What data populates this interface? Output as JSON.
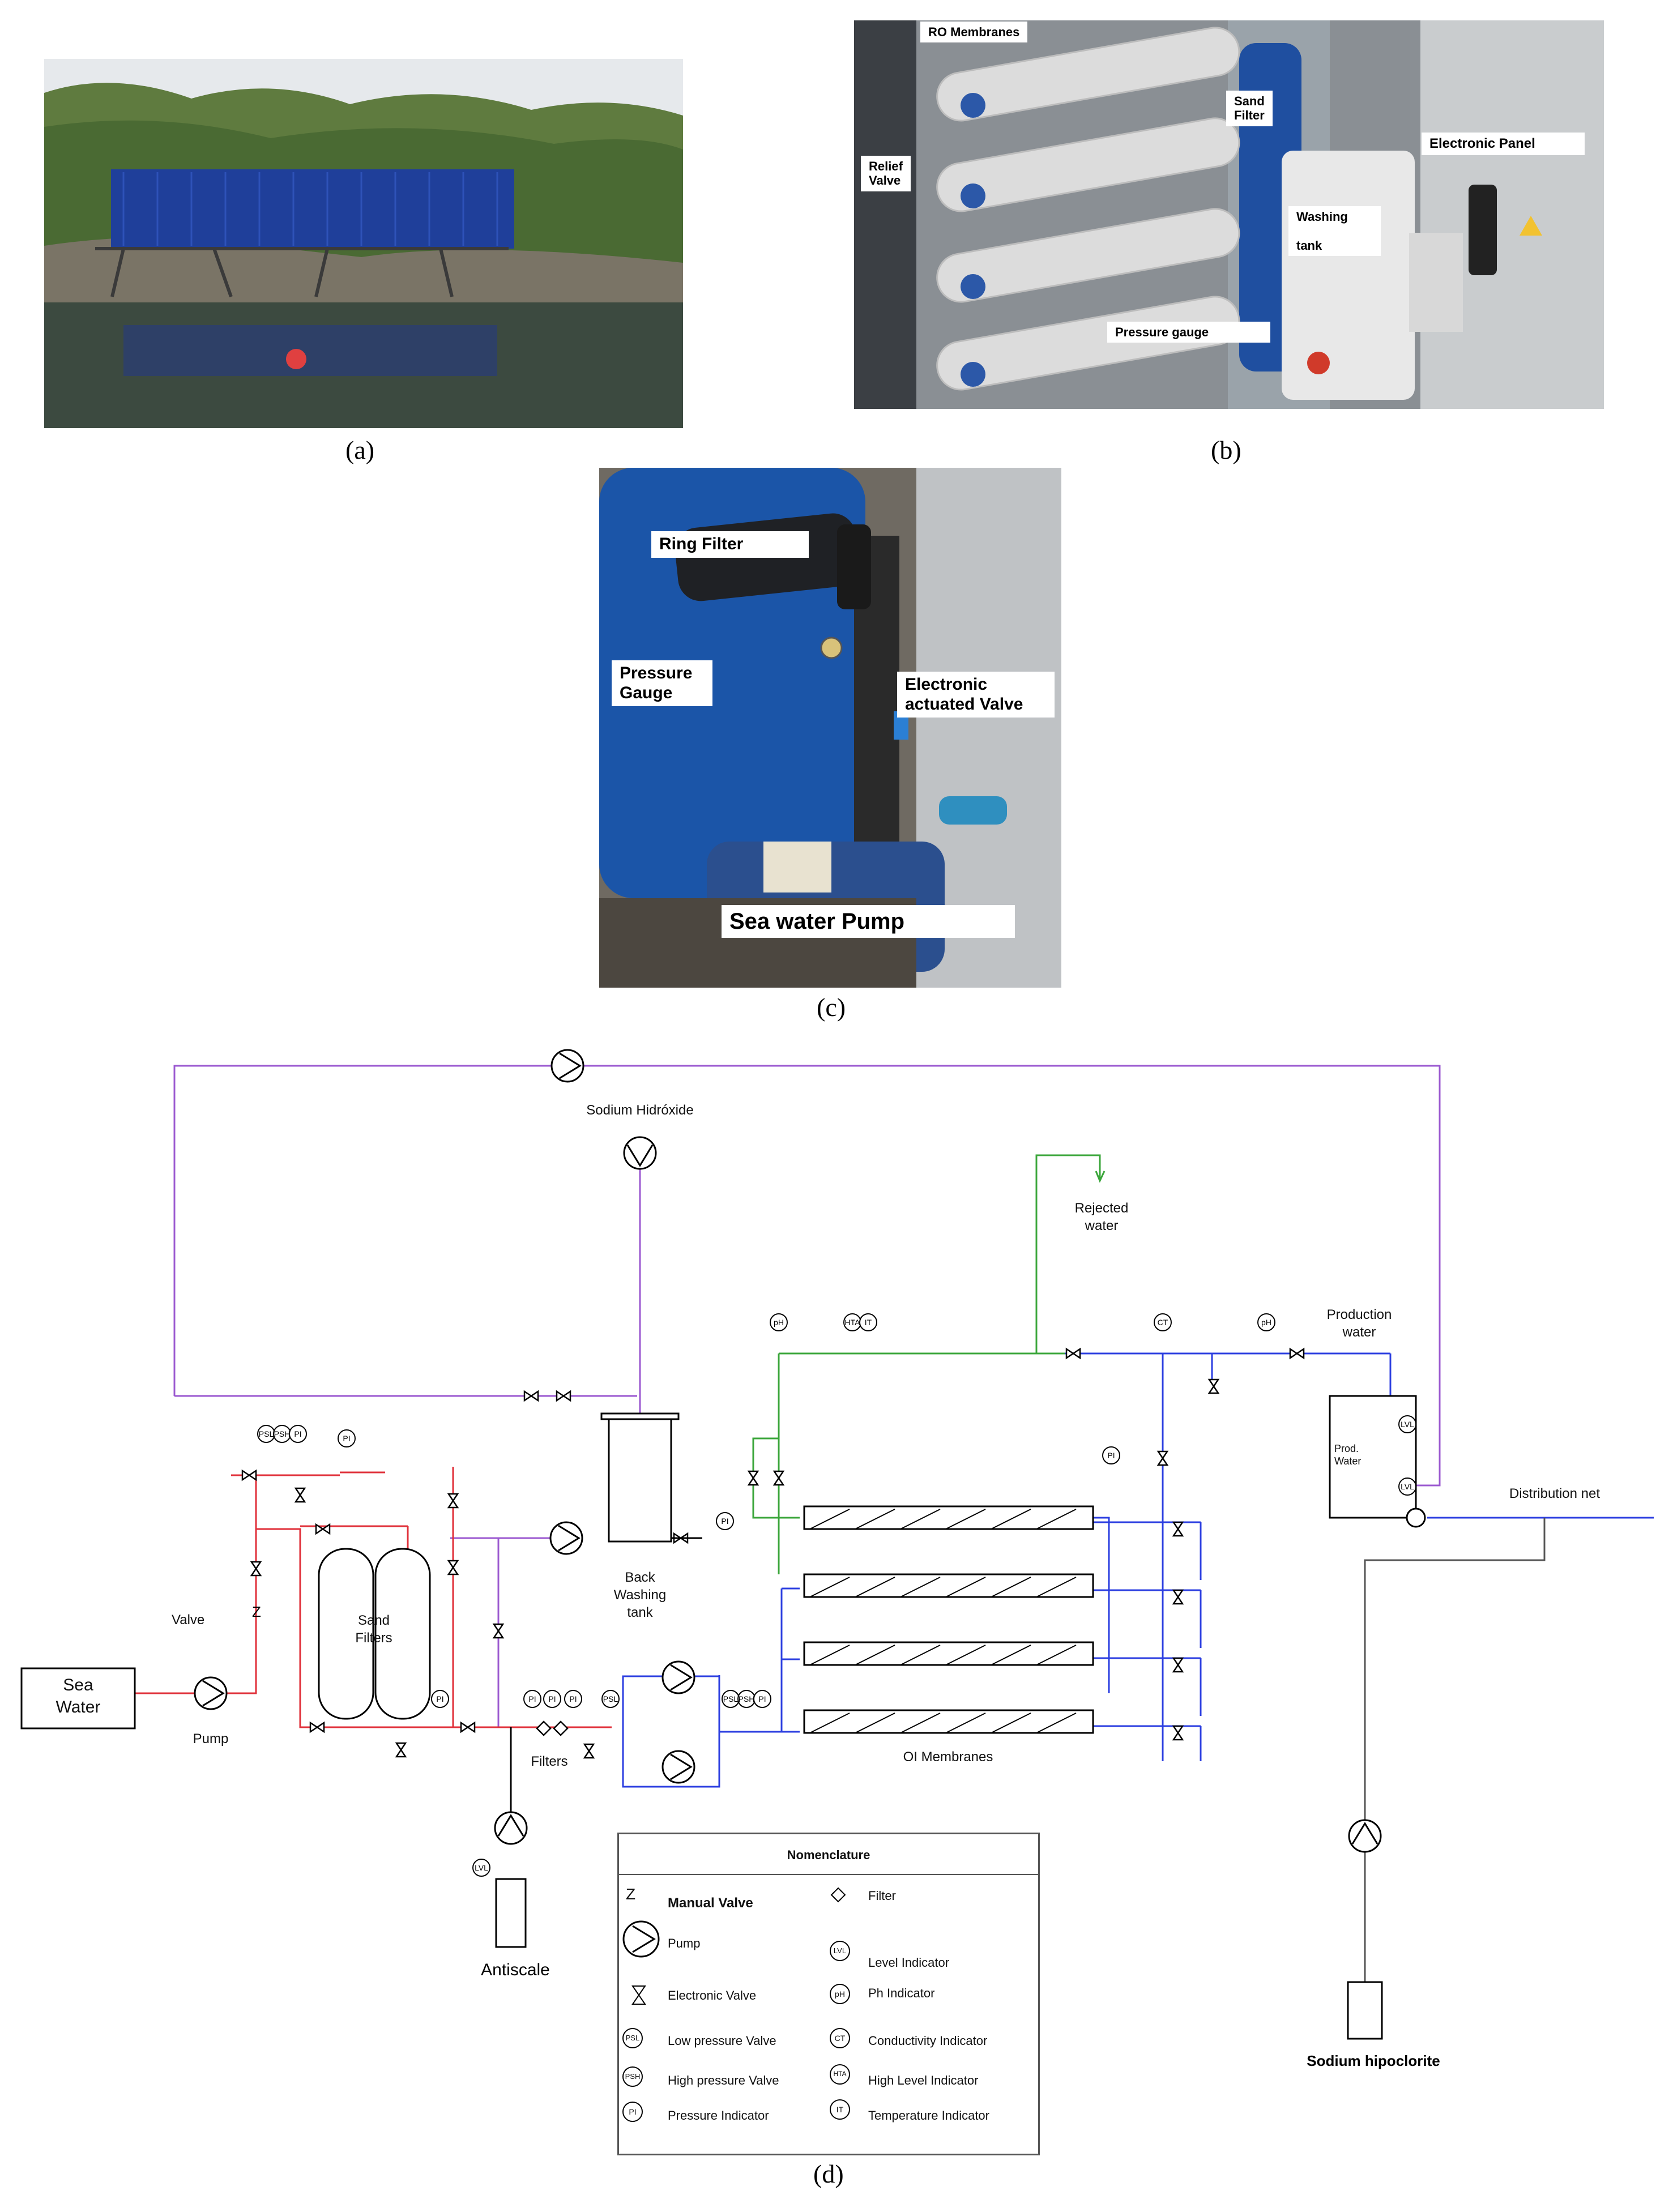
{
  "captions": {
    "a": "(a)",
    "b": "(b)",
    "c": "(c)",
    "d": "(d)"
  },
  "panel_b_labels": {
    "ro_membranes": "RO Membranes",
    "sand_filter": "Sand\nFilter",
    "relief_valve": "Relief\nValve",
    "electronic_panel": "Electronic Panel",
    "washing_tank": "Washing\n\ntank",
    "pressure_gauge": "Pressure gauge"
  },
  "panel_c_labels": {
    "ring_filter": "Ring Filter",
    "pressure_gauge": "Pressure\nGauge",
    "electronic_valve": "Electronic\nactuated Valve",
    "sea_water_pump": "Sea water Pump"
  },
  "diagram": {
    "sodium_hydroxide": "Sodium Hidróxide",
    "rejected_water": "Rejected\nwater",
    "production_water": "Production\nwater",
    "prod_water_tank": "Prod.\nWater",
    "distribution_net": "Distribution net",
    "valve": "Valve",
    "sea_water": "Sea\nWater",
    "pump": "Pump",
    "sand_filters": "Sand\nFilters",
    "back_washing_tank": "Back\nWashing\ntank",
    "filters": "Filters",
    "oi_membranes": "OI Membranes",
    "antiscale": "Antiscale",
    "sodium_hipoclorite": "Sodium hipoclorite",
    "instr": {
      "ph": "pH",
      "hta": "HTA",
      "it": "IT",
      "ct": "CT",
      "pi": "PI",
      "psl": "PSL",
      "psh": "PSH",
      "lvl": "LVL"
    },
    "line_colors": {
      "seawater": "#e0303a",
      "chemical": "#9b59d0",
      "reject": "#3aa63a",
      "product": "#2b3ee0",
      "hypochlorite": "#555555"
    }
  },
  "nomenclature": {
    "title": "Nomenclature",
    "items": [
      {
        "symbol": "Z",
        "label": "Manual Valve"
      },
      {
        "symbol": "filter-icon",
        "label": "Filter"
      },
      {
        "symbol": "pump-icon",
        "label": "Pump"
      },
      {
        "symbol": "LVL",
        "label": "Level Indicator"
      },
      {
        "symbol": "electronic-valve-icon",
        "label": "Electronic Valve"
      },
      {
        "symbol": "pH",
        "label": "Ph Indicator"
      },
      {
        "symbol": "PSL",
        "label": "Low pressure Valve"
      },
      {
        "symbol": "CT",
        "label": "Conductivity Indicator"
      },
      {
        "symbol": "PSH",
        "label": "High pressure Valve"
      },
      {
        "symbol": "HTA",
        "label": "High Level Indicator"
      },
      {
        "symbol": "PI",
        "label": "Pressure Indicator"
      },
      {
        "symbol": "IT",
        "label": "Temperature Indicator"
      }
    ]
  }
}
